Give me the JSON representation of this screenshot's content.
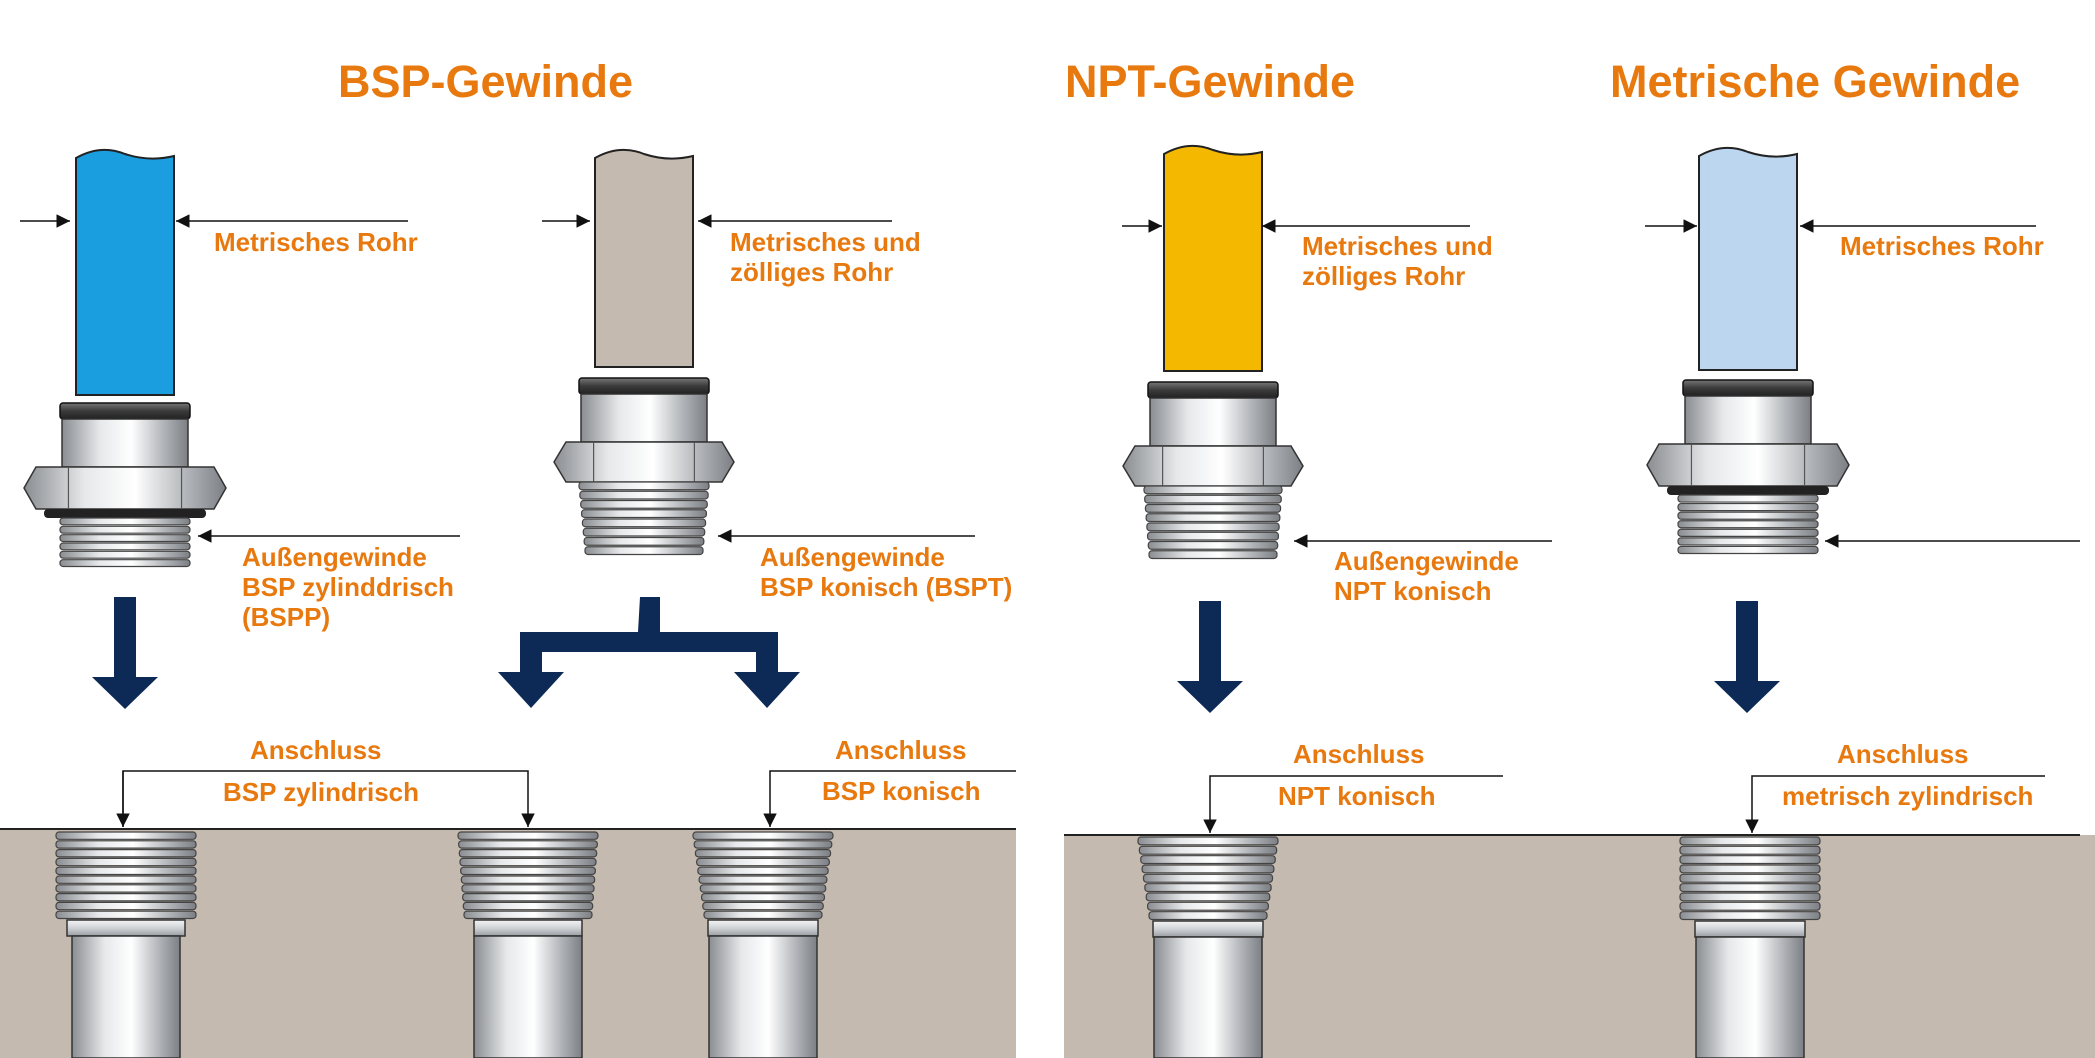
{
  "titles": {
    "bsp": "BSP-Gewinde",
    "npt": "NPT-Gewinde",
    "metric": "Metrische Gewinde"
  },
  "pipes": {
    "bspp": {
      "label_line1": "Metrisches Rohr",
      "label_line2": "",
      "color": "#1a9ee0"
    },
    "bspt": {
      "label_line1": "Metrisches und",
      "label_line2": "zölliges Rohr",
      "color": "#c4bab0"
    },
    "npt": {
      "label_line1": "Metrisches und",
      "label_line2": "zölliges Rohr",
      "color": "#f5b800"
    },
    "metric": {
      "label_line1": "Metrisches Rohr",
      "label_line2": "",
      "color": "#bcd6f0"
    }
  },
  "threads": {
    "bspp": {
      "line1": "Außengewinde",
      "line2": "BSP zylinddrisch",
      "line3": "(BSPP)"
    },
    "bspt": {
      "line1": "Außengewinde",
      "line2": "BSP konisch (BSPT)"
    },
    "npt": {
      "line1": "Außengewinde",
      "line2": "NPT konisch"
    }
  },
  "ports": {
    "bsp_cyl": {
      "line1": "Anschluss",
      "line2": "BSP zylindrisch"
    },
    "bsp_con": {
      "line1": "Anschluss",
      "line2": "BSP konisch"
    },
    "npt": {
      "line1": "Anschluss",
      "line2": "NPT konisch"
    },
    "metric": {
      "line1": "Anschluss",
      "line2": "metrisch zylindrisch"
    }
  },
  "colors": {
    "title": "#e8790f",
    "arrow": "#0d2a56",
    "ground": "#c4bab0"
  }
}
